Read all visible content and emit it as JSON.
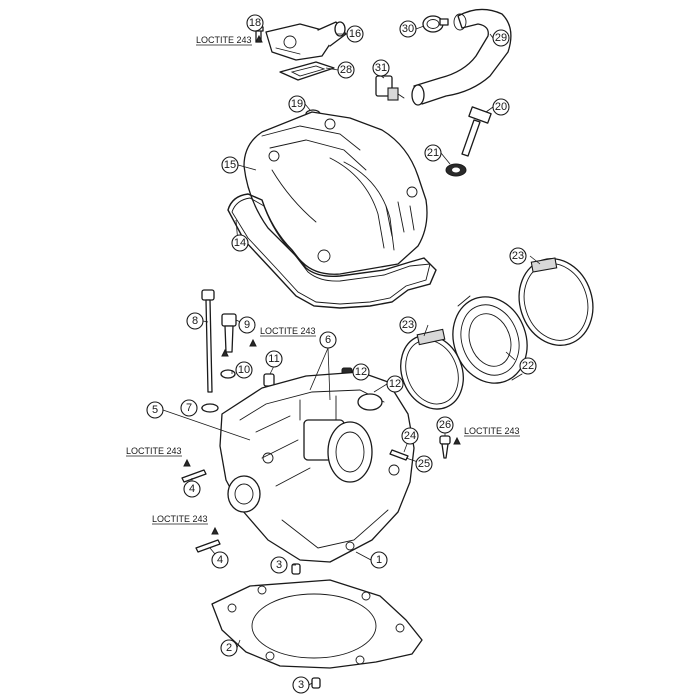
{
  "diagram": {
    "callouts": [
      "1",
      "2",
      "3",
      "3",
      "4",
      "4",
      "5",
      "6",
      "7",
      "8",
      "9",
      "10",
      "11",
      "12",
      "12",
      "14",
      "15",
      "16",
      "18",
      "19",
      "20",
      "21",
      "22",
      "23",
      "23",
      "24",
      "25",
      "26",
      "28",
      "29",
      "30",
      "31"
    ],
    "notes": [
      "LOCTITE 243",
      "LOCTITE 243",
      "LOCTITE 243",
      "LOCTITE 243",
      "LOCTITE 243"
    ]
  }
}
